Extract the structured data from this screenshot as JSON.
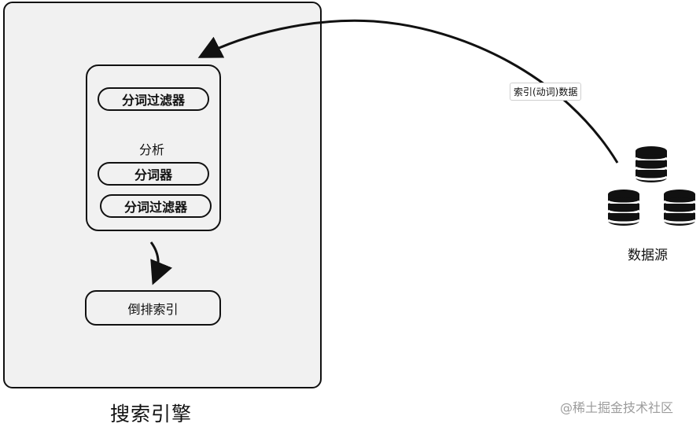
{
  "diagram": {
    "engine_title": "搜索引擎",
    "analysis_label": "分析",
    "top_filter_label": "分词过滤器",
    "tokenizer_label": "分词器",
    "bottom_filter_label": "分词过滤器",
    "inverted_index_label": "倒排索引",
    "data_source_label": "数据源",
    "edge_label": "索引(动词)数据",
    "watermark": "@稀土掘金技术社区"
  },
  "icons": {
    "database": "database-icon",
    "arrow": "arrow-icon"
  },
  "colors": {
    "engine_bg": "#f1f1f1",
    "stroke": "#111111",
    "watermark": "#9c9c9c"
  }
}
